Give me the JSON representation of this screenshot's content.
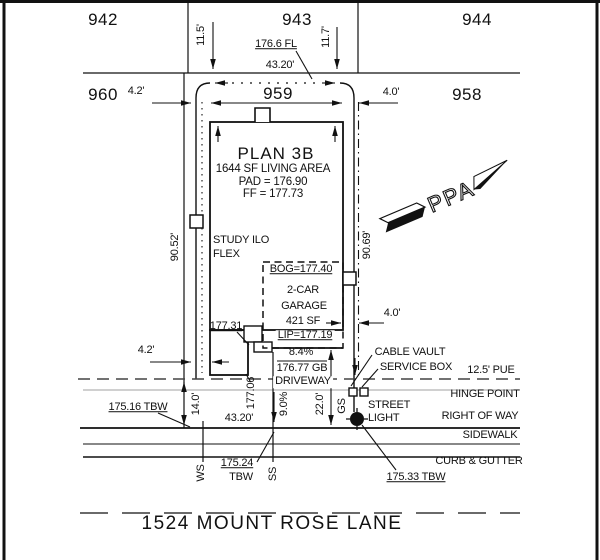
{
  "title": "1524 MOUNT ROSE LANE",
  "colors": {
    "ink": "#111111",
    "hinge_line_gray": "#b3b3b3",
    "background": "#ffffff"
  },
  "lots": {
    "rear_row": [
      "942",
      "943",
      "944"
    ],
    "front_row": [
      "960",
      "959",
      "958"
    ],
    "subject_lot": "959"
  },
  "labels": {
    "lot_942": "942",
    "lot_943": "943",
    "lot_944": "944",
    "lot_960": "960",
    "lot_959": "959",
    "lot_958": "958",
    "dim_11_5": "11.5'",
    "fl_176_6": "176.6 FL",
    "dim_43_20_top": "43.20'",
    "dim_11_7": "11.7'",
    "dim_4_2_top": "4.2'",
    "dim_4_0_top": "4.0'",
    "plan": "PLAN 3B",
    "living": "1644 SF LIVING AREA",
    "pad": "PAD = 176.90",
    "ff": "FF = 177.73",
    "study_1": "STUDY ILO",
    "study_2": "FLEX",
    "dim_90_52": "90.52'",
    "dim_90_69": "90.69'",
    "bog": "BOG=177.40",
    "garage_1": "2-CAR",
    "garage_2": "GARAGE",
    "garage_3": "421 SF",
    "lip": "LIP=177.19",
    "elev_177_31": "177.31",
    "dim_4_0_mid": "4.0'",
    "dim_4_2_bot": "4.2'",
    "slope_8_4": "8.4%",
    "gb_176_77": "176.77 GB",
    "driveway": "DRIVEWAY",
    "elev_177_06": "177.06",
    "dim_14_0": "14.0'",
    "slope_9_0": "9.0%",
    "dim_22_0": "22.0'",
    "gs": "GS",
    "dim_43_20_bot": "43.20'",
    "tbw_175_16": "175.16 TBW",
    "cable_vault": "CABLE VAULT",
    "service_box": "SERVICE BOX",
    "pue": "12.5' PUE",
    "hinge_point": "HINGE POINT",
    "street_light_1": "STREET",
    "street_light_2": "LIGHT",
    "right_of_way": "RIGHT OF WAY",
    "sidewalk": "SIDEWALK",
    "curb_gutter": "CURB & GUTTER",
    "tbw_175_33": "175.33 TBW",
    "tbw_175_24a": "175.24",
    "tbw_175_24b": "TBW",
    "ws": "WS",
    "ss": "SS",
    "street_name": "1524 MOUNT ROSE LANE",
    "north": "PPA"
  }
}
